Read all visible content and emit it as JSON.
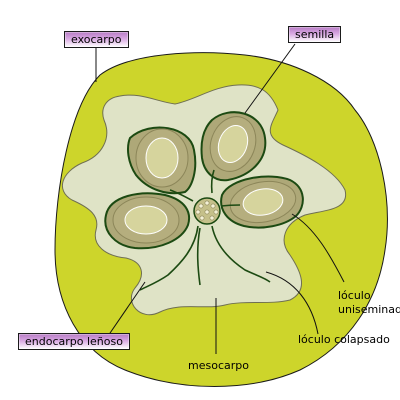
{
  "labels": {
    "exocarpo": "exocarpo",
    "semilla": "semilla",
    "endocarpo": "endocarpo leñoso",
    "loculo_line1": "lóculo",
    "loculo_line2": "uniseminado",
    "loculo_colapsado": "lóculo colapsado",
    "mesocarpo": "mesocarpo"
  },
  "colors": {
    "exocarp_fill": "#cdd52b",
    "endocarp_fill": "#dfe3c6",
    "seed_coat": "#a9a374",
    "seed_inner": "#b5ae7e",
    "embryo": "#d6d49d",
    "outline": "#1c4a12",
    "label_accent": "#b77bc4"
  }
}
